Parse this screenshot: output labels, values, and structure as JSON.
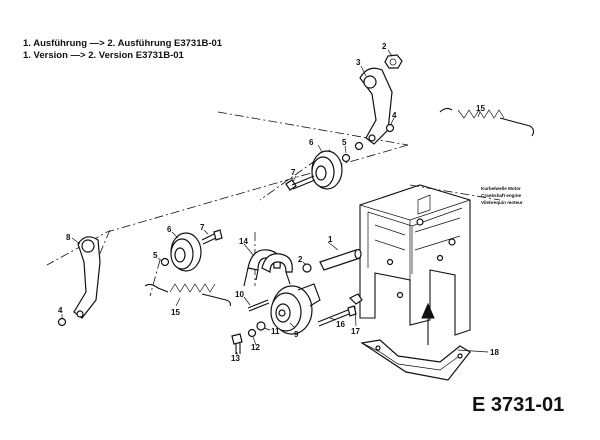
{
  "header": {
    "line1": "1. Ausführung —> 2. Ausführung E3731B-01",
    "line2": "1. Version —> 2. Version E3731B-01"
  },
  "diagram_code": "E 3731-01",
  "engine_note": {
    "line1": "Kurbelwelle Motor",
    "line2": "Crankshaft engine",
    "line3": "Vilebrequin moteur"
  },
  "callouts": {
    "c1": "1",
    "c2a": "2",
    "c2b": "2",
    "c3": "3",
    "c4a": "4",
    "c4b": "4",
    "c5a": "5",
    "c5b": "5",
    "c6a": "6",
    "c6b": "6",
    "c7a": "7",
    "c7b": "7",
    "c8": "8",
    "c9": "9",
    "c10": "10",
    "c11": "11",
    "c12": "12",
    "c13": "13",
    "c14": "14",
    "c15a": "15",
    "c15b": "15",
    "c16": "16",
    "c17": "17",
    "c18": "18"
  }
}
